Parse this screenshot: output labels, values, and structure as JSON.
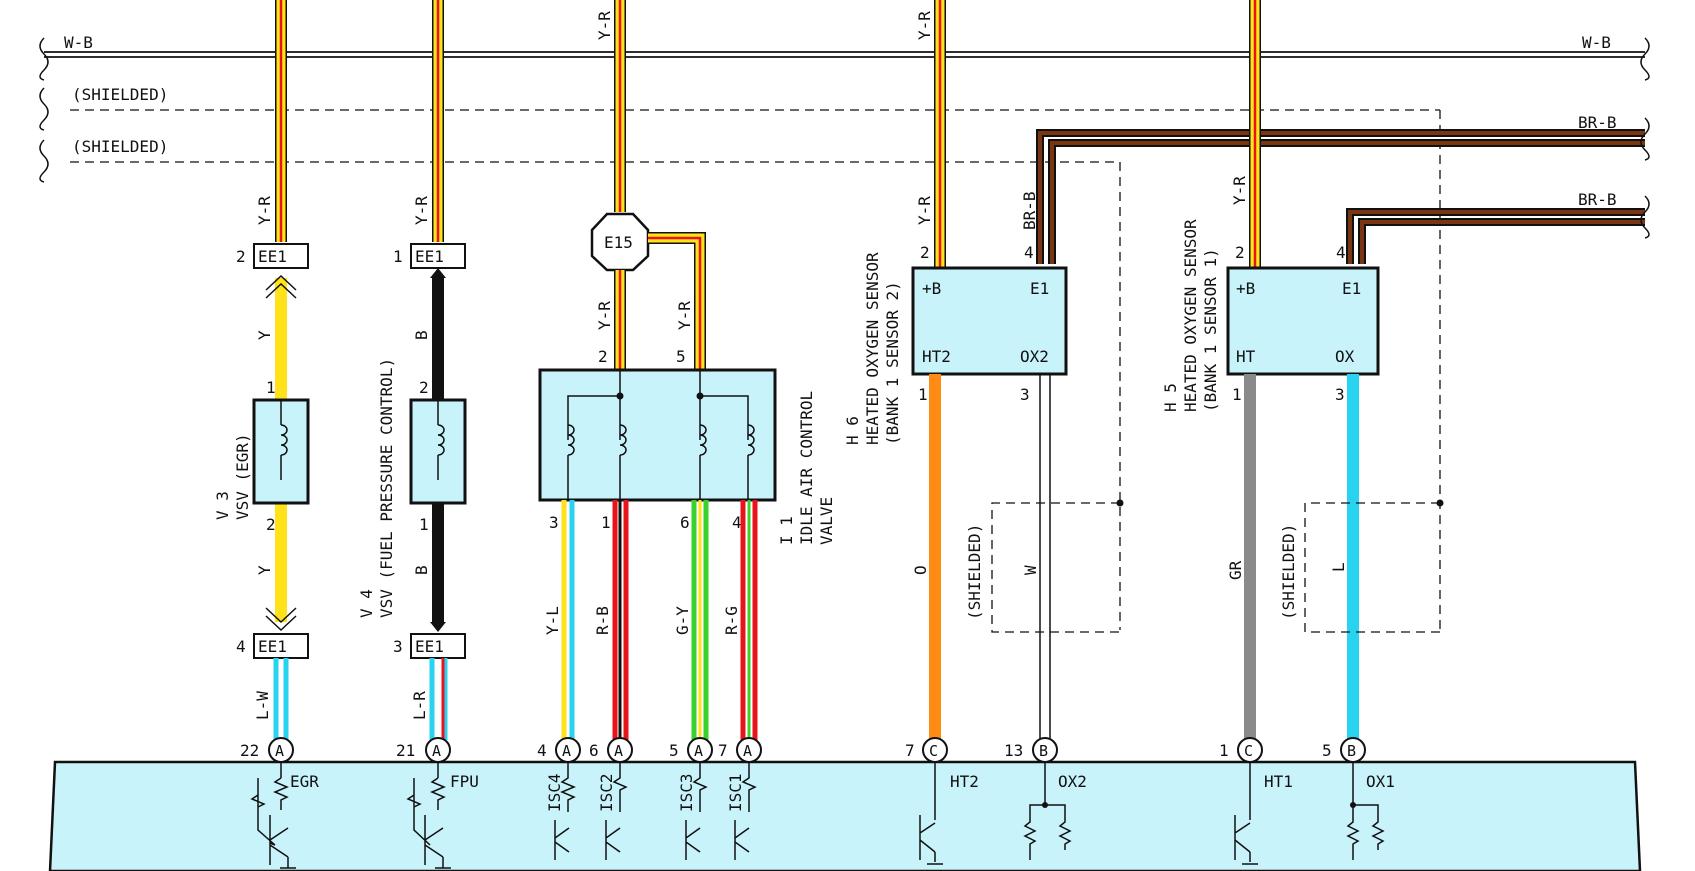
{
  "buses": {
    "wb_left": "W-B",
    "wb_right": "W-B",
    "shielded_1": "(SHIELDED)",
    "shielded_2": "(SHIELDED)",
    "brb_1": "BR-B",
    "brb_2": "BR-B"
  },
  "connectors": {
    "ee1": "EE1",
    "e15": "E15"
  },
  "v3": {
    "id": "V 3",
    "name": "VSV (EGR)",
    "wire_top": "Y-R",
    "wire_mid_top": "Y",
    "wire_mid_bot": "Y",
    "wire_bot": "L-W",
    "pin_ee1_top": "2",
    "pin_ee1_bot": "4",
    "pin_1": "1",
    "pin_2": "2",
    "ecu_pin": "22",
    "ecu_conn": "A",
    "ecu_label": "EGR"
  },
  "v4": {
    "id": "V 4",
    "name": "VSV (FUEL PRESSURE CONTROL)",
    "wire_top": "Y-R",
    "wire_mid_top": "B",
    "wire_mid_bot": "B",
    "wire_bot": "L-R",
    "pin_ee1_top": "1",
    "pin_ee1_bot": "3",
    "pin_2": "2",
    "pin_1": "1",
    "ecu_pin": "21",
    "ecu_conn": "A",
    "ecu_label": "FPU"
  },
  "i1": {
    "id": "I 1",
    "name_1": "IDLE AIR CONTROL",
    "name_2": "VALVE",
    "wire_top": "Y-R",
    "wire_2": "Y-R",
    "wire_5": "Y-R",
    "pin_2": "2",
    "pin_5": "5",
    "pin_3": "3",
    "pin_1": "1",
    "pin_6": "6",
    "pin_4": "4",
    "wire_yl": "Y-L",
    "wire_rb": "R-B",
    "wire_gy": "G-Y",
    "wire_rg": "R-G",
    "ecu_pins": [
      "4",
      "6",
      "5",
      "7"
    ],
    "ecu_conn": "A",
    "ecu_labels": [
      "ISC4",
      "ISC2",
      "ISC3",
      "ISC1"
    ]
  },
  "h6": {
    "id": "H 6",
    "name_1": "HEATED OXYGEN SENSOR",
    "name_2": "(BANK 1 SENSOR 2)",
    "wire_top": "Y-R",
    "wire_plus": "Y-R",
    "wire_e1": "BR-B",
    "pin_2": "2",
    "pin_4": "4",
    "pin_1": "1",
    "pin_3": "3",
    "term_plusb": "+B",
    "term_e1": "E1",
    "term_ht": "HT2",
    "term_ox": "OX2",
    "wire_o": "O",
    "wire_w": "W",
    "shielded": "(SHIELDED)",
    "ecu_pin_ht": "7",
    "ecu_conn_ht": "C",
    "ecu_pin_ox": "13",
    "ecu_conn_ox": "B",
    "ecu_label_ht": "HT2",
    "ecu_label_ox": "OX2"
  },
  "h5": {
    "id": "H 5",
    "name_1": "HEATED OXYGEN SENSOR",
    "name_2": "(BANK 1 SENSOR 1)",
    "wire_top": "Y-R",
    "pin_2": "2",
    "pin_4": "4",
    "pin_1": "1",
    "pin_3": "3",
    "term_plusb": "+B",
    "term_e1": "E1",
    "term_ht": "HT",
    "term_ox": "OX",
    "wire_gr": "GR",
    "wire_l": "L",
    "shielded": "(SHIELDED)",
    "ecu_pin_ht": "1",
    "ecu_conn_ht": "C",
    "ecu_pin_ox": "5",
    "ecu_conn_ox": "B",
    "ecu_label_ht": "HT1",
    "ecu_label_ox": "OX1"
  },
  "colors": {
    "yellow": "#ffe21a",
    "red": "#e8141c",
    "black": "#111111",
    "lightblue": "#27d3f0",
    "green": "#39d12a",
    "orange": "#ff8a14",
    "brown": "#7a3512",
    "gray": "#8a8a8a",
    "ecu_fill": "#c8f3fb"
  }
}
